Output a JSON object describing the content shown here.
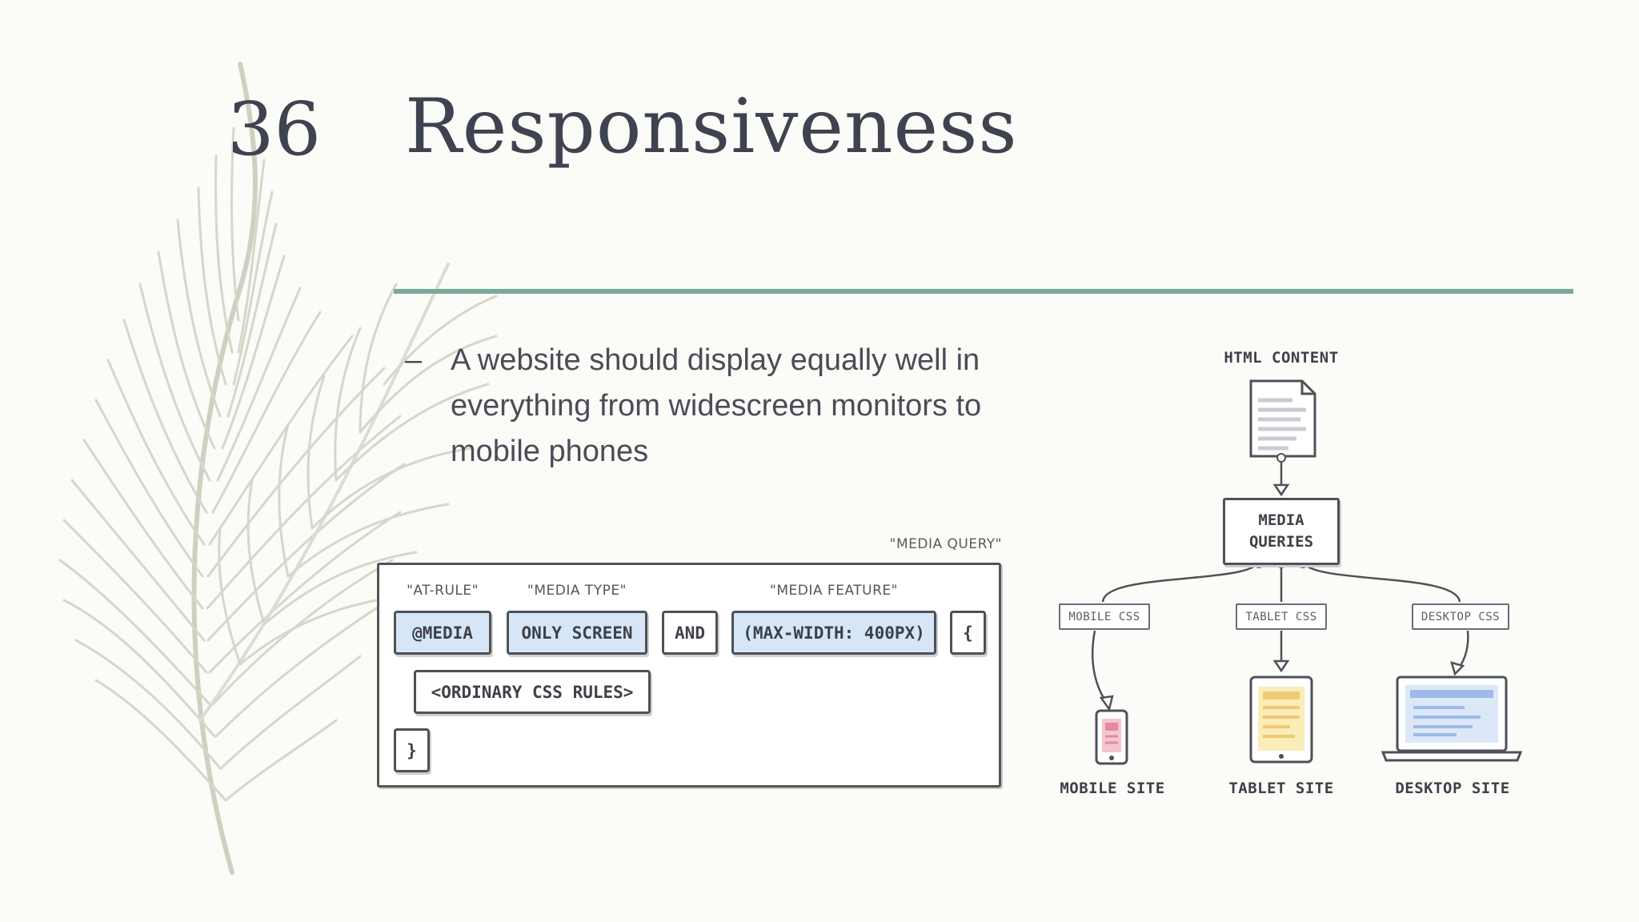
{
  "slide": {
    "number": "36",
    "title": "Responsiveness",
    "bullet_dash": "–",
    "bullet_text": "A website should display equally well in everything from widescreen monitors to mobile phones"
  },
  "media_query_diagram": {
    "caption": "\"MEDIA QUERY\"",
    "labels": {
      "at_rule": "\"AT-RULE\"",
      "media_type": "\"MEDIA TYPE\"",
      "media_feature": "\"MEDIA FEATURE\""
    },
    "chips": {
      "at_media": "@MEDIA",
      "only_screen": "ONLY SCREEN",
      "and": "AND",
      "max_width": "(MAX-WIDTH: 400PX)",
      "open_brace": "{",
      "rules": "<ORDINARY CSS RULES>",
      "close_brace": "}"
    },
    "chip_color": "#d6e6f7"
  },
  "flow_diagram": {
    "html_content": "HTML CONTENT",
    "media_queries_line1": "MEDIA",
    "media_queries_line2": "QUERIES",
    "mobile_css": "MOBILE CSS",
    "tablet_css": "TABLET CSS",
    "desktop_css": "DESKTOP CSS",
    "mobile_site": "MOBILE SITE",
    "tablet_site": "TABLET SITE",
    "desktop_site": "DESKTOP SITE",
    "dot_colors": [
      "#d36b7c",
      "#c8c468",
      "#6d8fd8"
    ]
  },
  "colors": {
    "accent_rule": "#76aa9a",
    "title_text": "#3f4350"
  }
}
